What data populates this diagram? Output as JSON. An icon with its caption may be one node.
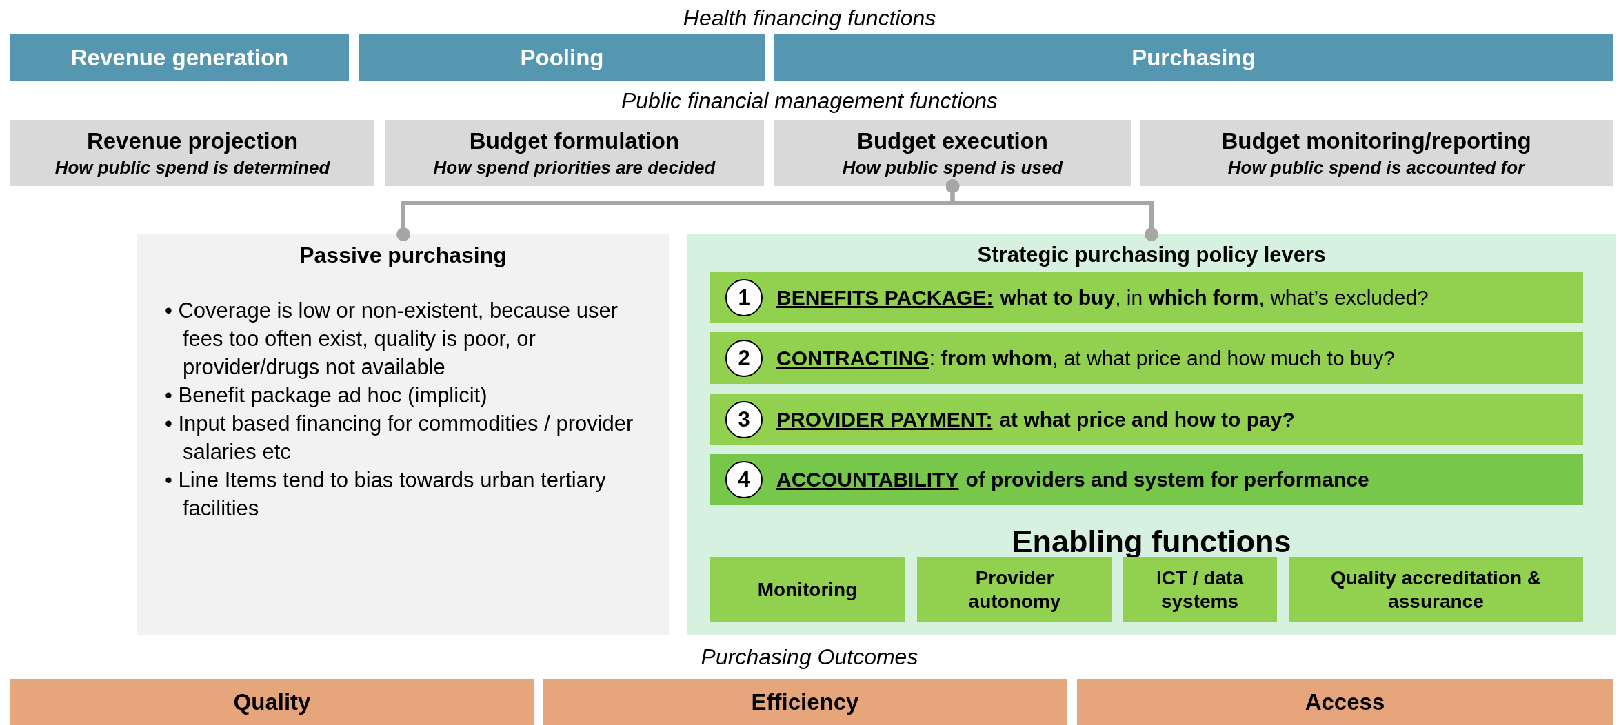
{
  "diagram": {
    "nodes": [
      {
        "text": [
          "Revenue generation"
        ]
      },
      {
        "text": [
          "Pooling"
        ]
      },
      {
        "text": [
          "Purchasing"
        ]
      },
      {
        "text": [
          "Revenue projection",
          "How public spend is determined"
        ]
      },
      {
        "text": [
          "Budget formulation",
          "How spend priorities are decided"
        ]
      },
      {
        "text": [
          "Budget execution",
          "How public spend is used"
        ]
      },
      {
        "text": [
          "Budget monitoring/reporting",
          "How public spend is accounted for"
        ]
      },
      {
        "text": [
          "Passive purchasing",
          "• Coverage is low or non-existent, because user fees too often exist, quality is poor, or provider/drugs not available",
          "• Benefit package ad hoc (implicit)",
          "• Input based financing for commodities / provider salaries etc",
          "• Line Items tend to bias towards urban tertiary facilities"
        ]
      },
      {
        "text": [
          "Strategic purchasing policy levers",
          "Enabling functions"
        ]
      },
      {
        "text": [
          "BENEFITS PACKAGE:",
          "**what to buy**, in **which form**, what’s excluded?"
        ],
        "in": 8
      },
      {
        "text": [
          "1"
        ],
        "in": 9
      },
      {
        "text": [
          "CONTRACTING",
          ": **from whom**, at what price and how much to buy?"
        ],
        "in": 8
      },
      {
        "text": [
          "2"
        ],
        "in": 11
      },
      {
        "text": [
          "PROVIDER PAYMENT:",
          "at what price and how to pay?"
        ],
        "in": 8
      },
      {
        "text": [
          "3"
        ],
        "in": 13
      },
      {
        "text": [
          "ACCOUNTABILITY",
          "of providers and system for performance"
        ],
        "in": 8
      },
      {
        "text": [
          "4"
        ],
        "in": 15
      },
      {
        "text": [
          "Monitoring"
        ],
        "in": 8
      },
      {
        "text": [
          "Provider autonomy"
        ],
        "in": 8
      },
      {
        "text": [
          "ICT / data systems"
        ],
        "in": 8
      },
      {
        "text": [
          "Quality accreditation & assurance"
        ],
        "in": 8
      },
      {
        "text": [
          "Quality"
        ]
      },
      {
        "text": [
          "Efficiency"
        ]
      },
      {
        "text": [
          "Access"
        ]
      }
    ],
    "edges": [
      {
        "from": 5,
        "to": 7,
        "arrow": "other"
      },
      {
        "from": 5,
        "to": 8,
        "arrow": "other"
      }
    ],
    "labels": [
      "Health financing functions",
      "Public financial management functions",
      "Purchasing Outcomes"
    ]
  }
}
